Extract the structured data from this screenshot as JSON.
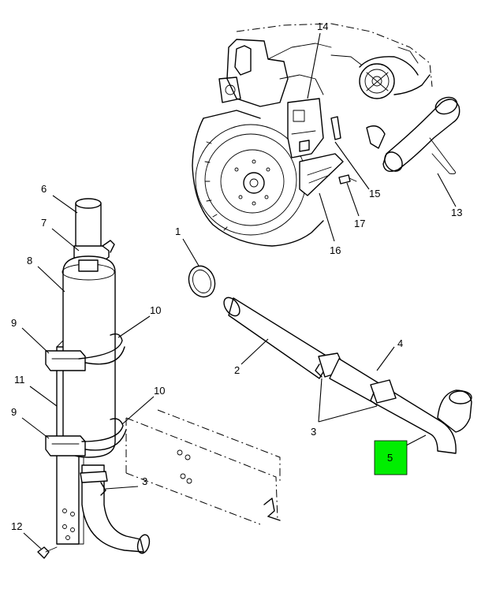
{
  "diagram": {
    "callouts": [
      {
        "id": "1",
        "label": "1"
      },
      {
        "id": "2",
        "label": "2"
      },
      {
        "id": "3a",
        "label": "3"
      },
      {
        "id": "3b",
        "label": "3"
      },
      {
        "id": "4",
        "label": "4"
      },
      {
        "id": "5",
        "label": "5"
      },
      {
        "id": "6",
        "label": "6"
      },
      {
        "id": "7",
        "label": "7"
      },
      {
        "id": "8",
        "label": "8"
      },
      {
        "id": "9a",
        "label": "9"
      },
      {
        "id": "9b",
        "label": "9"
      },
      {
        "id": "10a",
        "label": "10"
      },
      {
        "id": "10b",
        "label": "10"
      },
      {
        "id": "11",
        "label": "11"
      },
      {
        "id": "12",
        "label": "12"
      },
      {
        "id": "13",
        "label": "13"
      },
      {
        "id": "14",
        "label": "14"
      },
      {
        "id": "15",
        "label": "15"
      },
      {
        "id": "16",
        "label": "16"
      },
      {
        "id": "17",
        "label": "17"
      }
    ],
    "selected_callout": "5",
    "selection_color": "#00ee00"
  }
}
